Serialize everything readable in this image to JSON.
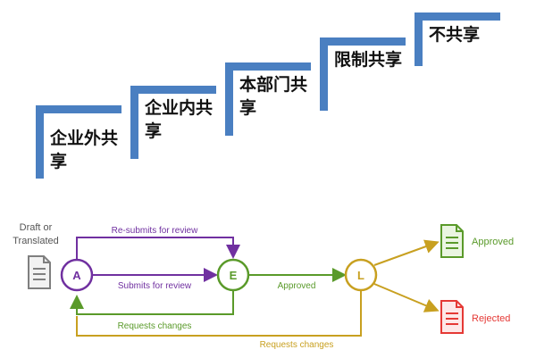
{
  "steps": {
    "level1": "企业外共享",
    "level2": "企业内共享",
    "level3": "本部门共享",
    "level4": "限制共享",
    "level5": "不共享"
  },
  "workflow": {
    "start_label_line1": "Draft or",
    "start_label_line2": "Translated",
    "node_a": "A",
    "node_e": "E",
    "node_l": "L",
    "resubmit": "Re-submits for review",
    "submit": "Submits for review",
    "approved_edge": "Approved",
    "requests_changes_e": "Requests changes",
    "requests_changes_l": "Requests changes",
    "approved_result": "Approved",
    "rejected_result": "Rejected"
  },
  "colors": {
    "stair_blue": "#4a7fc1",
    "purple": "#7030a0",
    "green": "#5a9a2a",
    "gold": "#c8a020",
    "red": "#e53935",
    "gray": "#7f7f7f"
  }
}
